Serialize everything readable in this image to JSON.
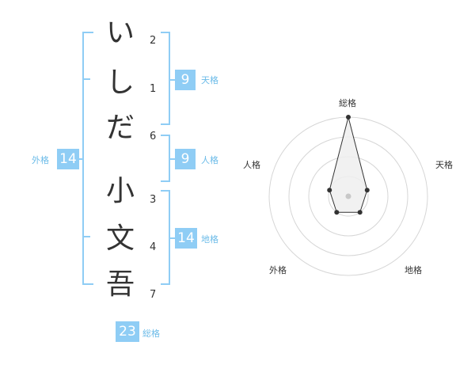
{
  "name": {
    "chars": [
      {
        "char": "い",
        "strokes": "2"
      },
      {
        "char": "し",
        "strokes": "1"
      },
      {
        "char": "だ",
        "strokes": "6"
      },
      {
        "char": "小",
        "strokes": "3"
      },
      {
        "char": "文",
        "strokes": "4"
      },
      {
        "char": "吾",
        "strokes": "7"
      }
    ]
  },
  "scores": {
    "tenkaku": {
      "value": "9",
      "label": "天格"
    },
    "jinkaku": {
      "value": "9",
      "label": "人格"
    },
    "chikaku": {
      "value": "14",
      "label": "地格"
    },
    "gaikaku": {
      "value": "14",
      "label": "外格"
    },
    "soukaku": {
      "value": "23",
      "label": "総格"
    }
  },
  "radar": {
    "labels": {
      "top": "総格",
      "upper_right": "天格",
      "lower_right": "地格",
      "lower_left": "外格",
      "upper_left": "人格"
    },
    "levels": 4,
    "values": {
      "soukaku": 1.0,
      "tenkaku": 0.25,
      "chikaku": 0.25,
      "gaikaku": 0.25,
      "jinkaku": 0.25
    },
    "colors": {
      "ring": "#d6d6d6",
      "fill": "#eeeeee",
      "line": "#333333",
      "center": "#c8c8c8"
    }
  }
}
